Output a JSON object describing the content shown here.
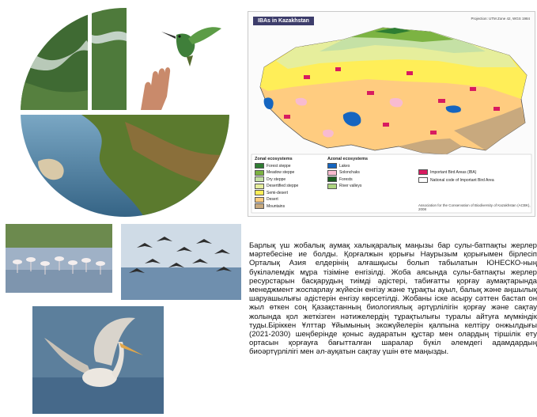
{
  "map": {
    "title": "IBAs in Kazakhstan",
    "zonal_title": "Zonal ecosystems",
    "azonal_title": "Azonal ecosystems",
    "zonal": [
      {
        "label": "Forest steppe",
        "color": "#2e7d32"
      },
      {
        "label": "Meadow steppe",
        "color": "#7cb342"
      },
      {
        "label": "Dry steppe",
        "color": "#c5e1a5"
      },
      {
        "label": "Desertified steppe",
        "color": "#e6ee9c"
      },
      {
        "label": "Semi-desert",
        "color": "#ffee58"
      },
      {
        "label": "Desert",
        "color": "#ffcc80"
      },
      {
        "label": "Mountains",
        "color": "#c8a97e"
      }
    ],
    "azonal": [
      {
        "label": "Lakes",
        "color": "#1565c0"
      },
      {
        "label": "Solonchaks",
        "color": "#f8bbd0"
      },
      {
        "label": "Forests",
        "color": "#1b5e20"
      },
      {
        "label": "River valleys",
        "color": "#aed581"
      }
    ],
    "iba_legend": [
      {
        "label": "Important Bird Areas (IBA)",
        "color": "#d81b60"
      },
      {
        "label": "National code of Important Bird Area",
        "color": "#ffffff"
      }
    ],
    "source_note": "Association for the Conservation of Biodiversity of Kazakhstan (ACBK), 2008",
    "projection_note": "Projection: UTM Zone 42, WGS 1984"
  },
  "article": {
    "text": "Барлық үш жобалық аумақ халықаралық маңызы бар сулы-батпақты жерлер мәртебесіне ие болды. Қорғалжын қорығы Наурызым қорығымен бірлесіп Орталық Азия елдерінің алғашқысы болып табылатын ЮНЕСКО-ның бүкіләлемдік мұра тізіміне енгізілді. Жоба аясында сулы-батпақты жерлер ресурстарын басқарудың тиімді әдістері, табиғатты қорғау аумақтарында менеджмент жоспарлау жүйесін енгізу және тұрақты ауыл, балық және аңшылық шаруашылығы әдістерін енгізу көрсетілді. Жобаны іске асыру сәттен бастап он жыл өткен соң Қазақстанның биологиялық әртүрлілігін қорғау және сақтау жолында қол жеткізген нәтижелердің тұрақтылығы туралы айтуға мүмкіндік туды.Біріккен Ұлттар Ұйымының экожүйелерін қалпына келтіру онжылдығы (2021-2030) шеңберінде қоныс аударатын құстар мен олардың тіршілік ету ортасын қорғауға бағытталған шаралар бүкіл әлемдегі адамдардың биоәртүрлілігі мен әл-ауқатын сақтау үшін өте маңызды."
  }
}
